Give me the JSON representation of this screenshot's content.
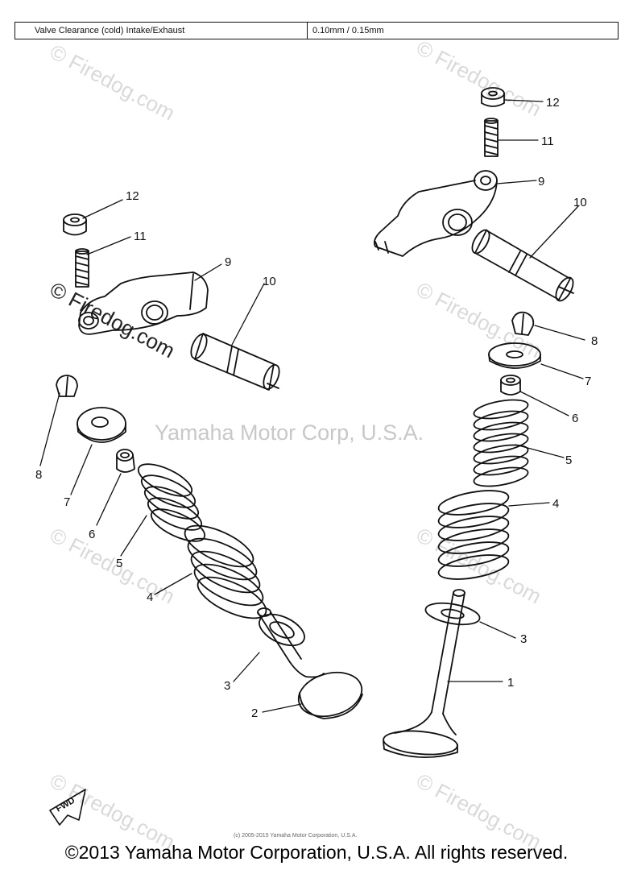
{
  "spec": {
    "label": "Valve Clearance (cold) Intake/Exhaust",
    "value": "0.10mm / 0.15mm"
  },
  "watermarks": {
    "site": "© Firedog.com",
    "main": "Yamaha Motor Corp, U.S.A."
  },
  "callouts": {
    "left": [
      "12",
      "11",
      "9",
      "10",
      "8",
      "7",
      "6",
      "5",
      "4",
      "3",
      "2"
    ],
    "right": [
      "12",
      "11",
      "9",
      "10",
      "8",
      "7",
      "6",
      "5",
      "4",
      "3",
      "1"
    ]
  },
  "fwd": "FWD",
  "fine_print": "(c) 2005-2015 Yamaha Motor Corporation, U.S.A.",
  "copyright": "©2013 Yamaha Motor Corporation, U.S.A. All rights reserved."
}
